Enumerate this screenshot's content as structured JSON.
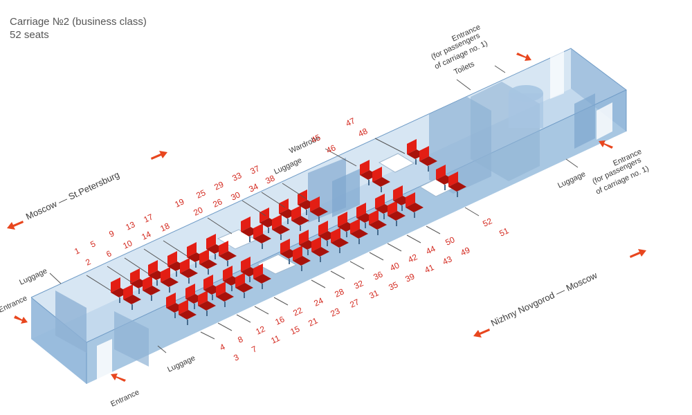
{
  "title": "Carriage №2 (business class)",
  "seat_count": "52 seats",
  "directions": {
    "left": "Moscow — St.Petersburg",
    "right": "Nizhny Novgorod — Moscow"
  },
  "labels": {
    "entrance_front": "Entrance",
    "entrance_left": "Entrance",
    "entrance_top_1": "Entrance",
    "entrance_top_2": "(for passengers",
    "entrance_top_3": "of carriage no. 1)",
    "entrance_right_1": "Entrance",
    "entrance_right_2": "(for passengers",
    "entrance_right_3": "of carriage no. 1)",
    "toilets": "Toilets",
    "wardrobe": "Wardrobe",
    "luggage_left": "Luggage",
    "luggage_front": "Luggage",
    "luggage_mid": "Luggage",
    "luggage_right": "Luggage"
  },
  "colors": {
    "seat": "#e31e14",
    "seat_dark": "#a8120b",
    "glass": "#9fc0de",
    "glass_edge": "#6f9bc6",
    "arrow": "#e8461e"
  },
  "seat_numbers": {
    "top_row_a": [
      "1",
      "5",
      "9",
      "13",
      "17",
      "19",
      "25",
      "29",
      "33",
      "37"
    ],
    "top_row_b": [
      "2",
      "6",
      "10",
      "14",
      "18",
      "20",
      "26",
      "30",
      "34",
      "38"
    ],
    "top_mid": [
      "45",
      "46",
      "47",
      "48"
    ],
    "bottom_row_a": [
      "4",
      "8",
      "12",
      "16",
      "22",
      "24",
      "28",
      "32",
      "36",
      "40",
      "42",
      "44",
      "50"
    ],
    "bottom_row_b": [
      "3",
      "7",
      "11",
      "15",
      "21",
      "23",
      "27",
      "31",
      "35",
      "39",
      "41",
      "43",
      "49"
    ],
    "right_end": [
      "52",
      "51"
    ]
  }
}
